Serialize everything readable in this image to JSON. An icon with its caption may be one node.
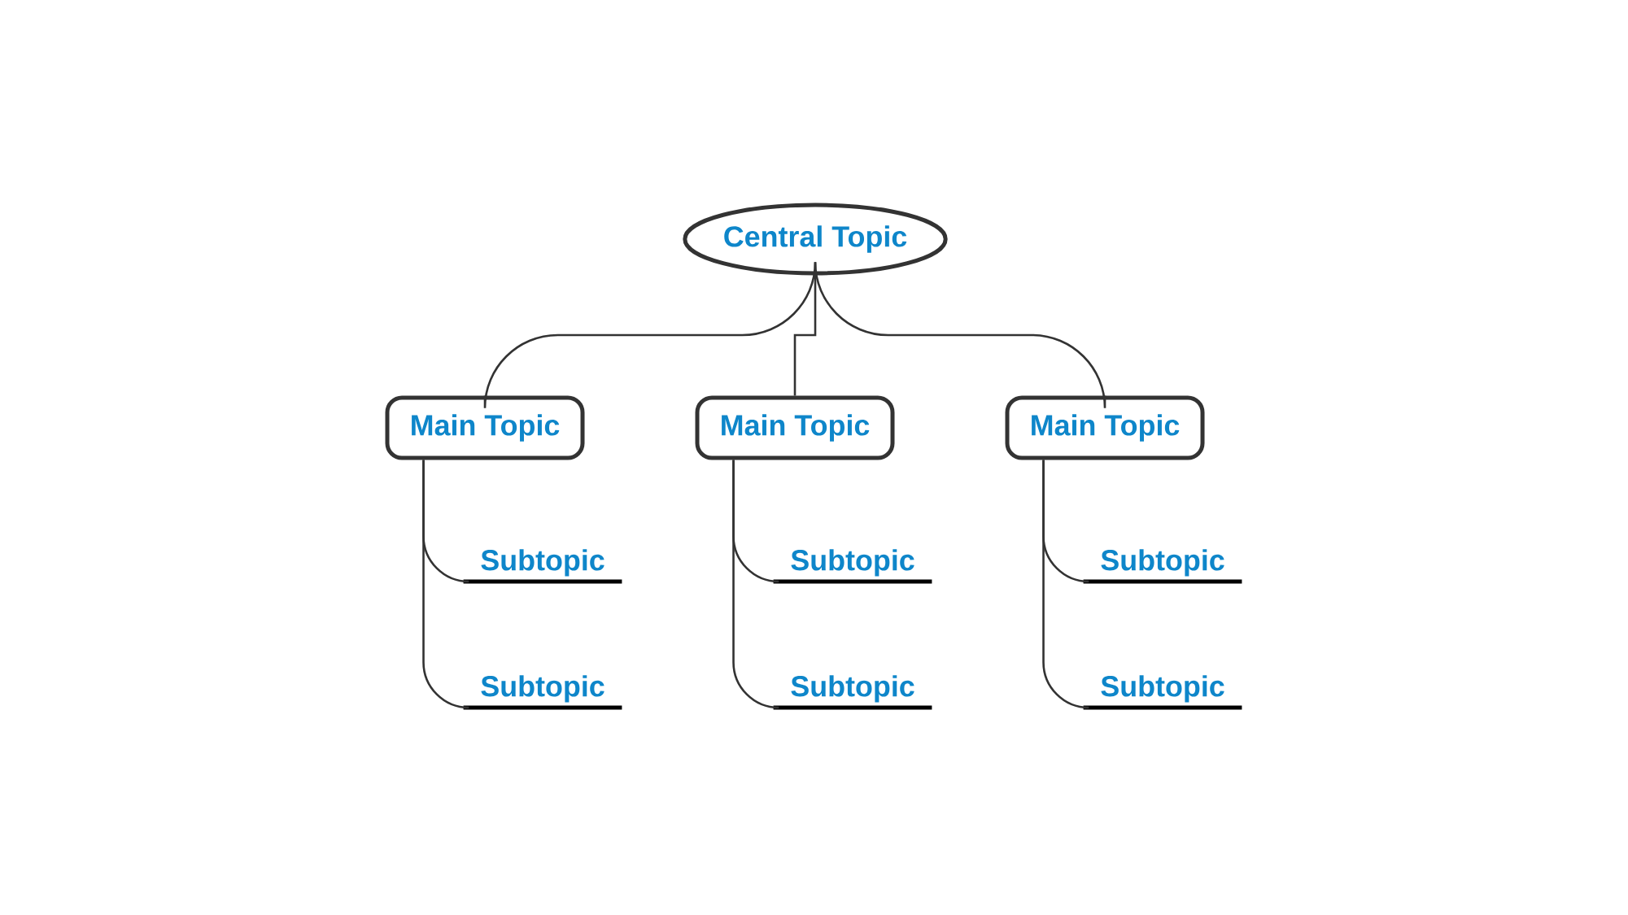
{
  "diagram": {
    "nodes": [
      {
        "text": [
          "Central Topic"
        ]
      },
      {
        "text": [
          "Main Topic"
        ]
      },
      {
        "text": [
          "Main Topic"
        ]
      },
      {
        "text": [
          "Main Topic"
        ]
      },
      {
        "text": [
          "Subtopic"
        ]
      },
      {
        "text": [
          "Subtopic"
        ]
      },
      {
        "text": [
          "Subtopic"
        ]
      },
      {
        "text": [
          "Subtopic"
        ]
      },
      {
        "text": [
          "Subtopic"
        ]
      },
      {
        "text": [
          "Subtopic"
        ]
      }
    ],
    "edges": [
      {
        "from": 0,
        "to": 1,
        "arrow": "none"
      },
      {
        "from": 0,
        "to": 2,
        "arrow": "none"
      },
      {
        "from": 0,
        "to": 3,
        "arrow": "none"
      },
      {
        "from": 1,
        "to": 4,
        "arrow": "none"
      },
      {
        "from": 1,
        "to": 7,
        "arrow": "none"
      },
      {
        "from": 2,
        "to": 5,
        "arrow": "none"
      },
      {
        "from": 2,
        "to": 8,
        "arrow": "none"
      },
      {
        "from": 3,
        "to": 6,
        "arrow": "none"
      },
      {
        "from": 3,
        "to": 9,
        "arrow": "none"
      }
    ]
  }
}
